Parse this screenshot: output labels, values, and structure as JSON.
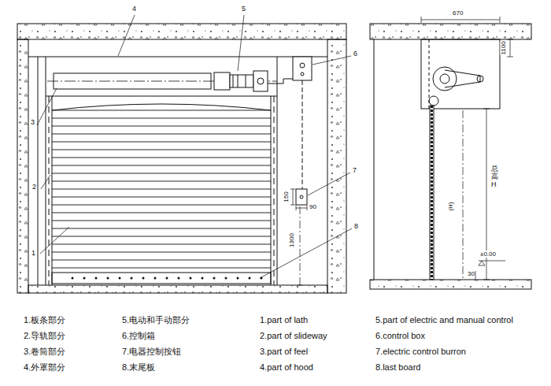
{
  "diagram": {
    "labels": [
      "4",
      "5",
      "6",
      "3",
      "2",
      "1",
      "7",
      "8",
      "150",
      "90",
      "1300",
      "670",
      "1100",
      "(H)",
      "总高H",
      "±0.00",
      "30",
      "1.板条部分",
      "2.导轨部分",
      "3.卷筒部分",
      "4.外罩部分",
      "5.电动和手动部分",
      "6.控制箱",
      "7.电器控制按钮",
      "8.末尾板",
      "1.part of lath",
      "2.part of slideway",
      "3.part of feel",
      "4.part of hood",
      "5.part of electric and manual control",
      "6.control box",
      "7.electric control burron",
      "8.last board"
    ]
  }
}
